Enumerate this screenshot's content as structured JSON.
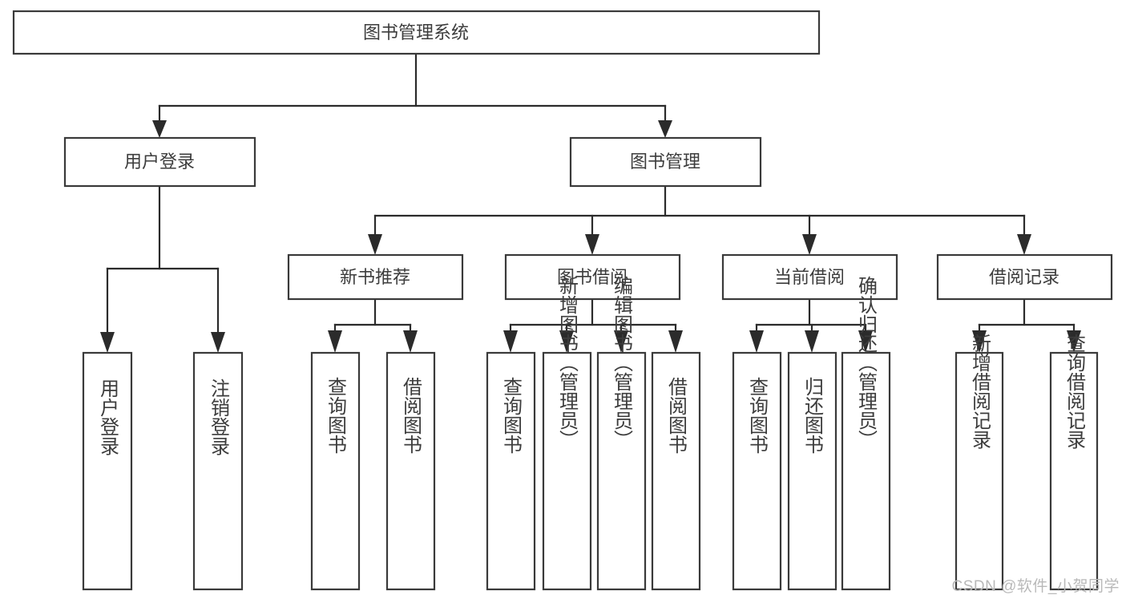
{
  "diagram": {
    "type": "hierarchy-tree",
    "title": "图书管理系统",
    "watermark": "CSDN @软件_小贺同学",
    "colors": {
      "box_stroke": "#3a3a3a",
      "box_fill": "#ffffff",
      "line": "#2b2b2b",
      "text": "#3c3c3c",
      "background": "#ffffff",
      "watermark": "#b9b9b9"
    },
    "nodes": {
      "root": {
        "label": "图书管理系统",
        "level": 0,
        "orientation": "horizontal"
      },
      "l1": [
        {
          "id": "user-login",
          "label": "用户登录",
          "orientation": "horizontal"
        },
        {
          "id": "book-manage",
          "label": "图书管理",
          "orientation": "horizontal"
        }
      ],
      "l2": [
        {
          "id": "new-book-recommend",
          "label": "新书推荐",
          "orientation": "horizontal",
          "parent": "book-manage"
        },
        {
          "id": "book-borrow",
          "label": "图书借阅",
          "orientation": "horizontal",
          "parent": "book-manage"
        },
        {
          "id": "current-borrow",
          "label": "当前借阅",
          "orientation": "horizontal",
          "parent": "book-manage"
        },
        {
          "id": "borrow-record",
          "label": "借阅记录",
          "orientation": "horizontal",
          "parent": "book-manage"
        }
      ],
      "leaves": [
        {
          "id": "leaf-user-login",
          "label": "用户登录",
          "parent": "user-login",
          "orientation": "vertical"
        },
        {
          "id": "leaf-user-logout",
          "label": "注销登录",
          "parent": "user-login",
          "orientation": "vertical"
        },
        {
          "id": "leaf-query-book-1",
          "label": "查询图书",
          "parent": "new-book-recommend",
          "orientation": "vertical"
        },
        {
          "id": "leaf-borrow-book-1",
          "label": "借阅图书",
          "parent": "new-book-recommend",
          "orientation": "vertical"
        },
        {
          "id": "leaf-query-book-2",
          "label": "查询图书",
          "parent": "book-borrow",
          "orientation": "vertical"
        },
        {
          "id": "leaf-add-book",
          "label": "新增图书（管理员）",
          "parent": "book-borrow",
          "orientation": "vertical"
        },
        {
          "id": "leaf-edit-book",
          "label": "编辑图书（管理员）",
          "parent": "book-borrow",
          "orientation": "vertical"
        },
        {
          "id": "leaf-borrow-book-2",
          "label": "借阅图书",
          "parent": "book-borrow",
          "orientation": "vertical"
        },
        {
          "id": "leaf-query-book-3",
          "label": "查询图书",
          "parent": "current-borrow",
          "orientation": "vertical"
        },
        {
          "id": "leaf-return-book",
          "label": "归还图书",
          "parent": "current-borrow",
          "orientation": "vertical"
        },
        {
          "id": "leaf-confirm-return",
          "label": "确认归还（管理员）",
          "parent": "current-borrow",
          "orientation": "vertical"
        },
        {
          "id": "leaf-add-record",
          "label": "新增借阅记录",
          "parent": "borrow-record",
          "orientation": "vertical"
        },
        {
          "id": "leaf-query-record",
          "label": "查询借阅记录",
          "parent": "borrow-record",
          "orientation": "vertical"
        }
      ]
    }
  }
}
